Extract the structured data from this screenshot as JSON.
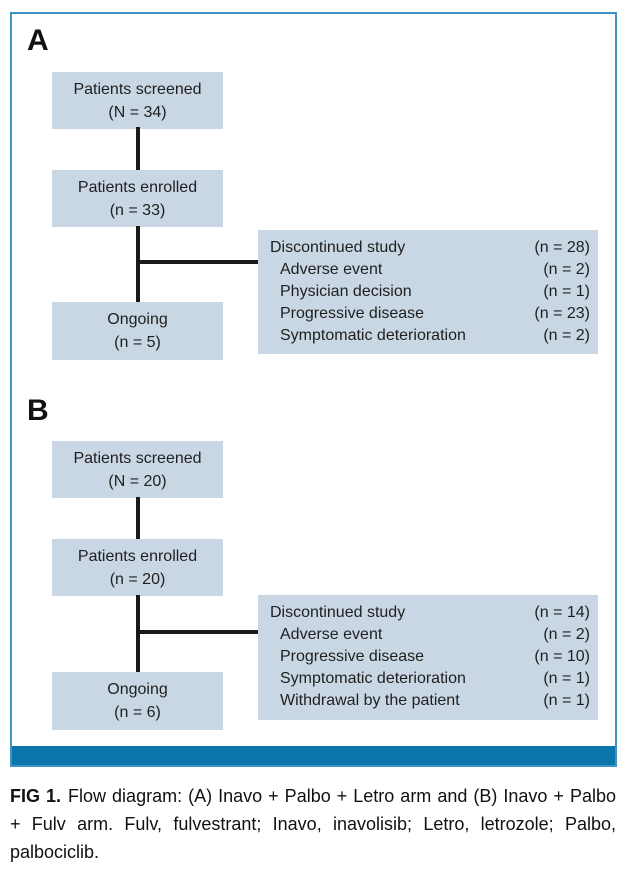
{
  "colors": {
    "frame_border": "#3e92c4",
    "box_fill": "#c9d7e4",
    "bar_color": "#0b76ab",
    "line_color": "#1a1a1a"
  },
  "panels": [
    {
      "label": "A",
      "screened": {
        "line1": "Patients screened",
        "line2": "(N = 34)"
      },
      "enrolled": {
        "line1": "Patients enrolled",
        "line2": "(n = 33)"
      },
      "ongoing": {
        "line1": "Ongoing",
        "line2": "(n = 5)"
      },
      "discontinued": {
        "rows": [
          {
            "label": "Discontinued study",
            "value": "(n = 28)"
          },
          {
            "label": "Adverse event",
            "value": "(n = 2)"
          },
          {
            "label": "Physician decision",
            "value": "(n = 1)"
          },
          {
            "label": "Progressive disease",
            "value": "(n = 23)"
          },
          {
            "label": "Symptomatic deterioration",
            "value": "(n = 2)"
          }
        ]
      }
    },
    {
      "label": "B",
      "screened": {
        "line1": "Patients screened",
        "line2": "(N = 20)"
      },
      "enrolled": {
        "line1": "Patients enrolled",
        "line2": "(n = 20)"
      },
      "ongoing": {
        "line1": "Ongoing",
        "line2": "(n = 6)"
      },
      "discontinued": {
        "rows": [
          {
            "label": "Discontinued study",
            "value": "(n = 14)"
          },
          {
            "label": "Adverse event",
            "value": "(n = 2)"
          },
          {
            "label": "Progressive disease",
            "value": "(n = 10)"
          },
          {
            "label": "Symptomatic deterioration",
            "value": "(n = 1)"
          },
          {
            "label": "Withdrawal by the patient",
            "value": "(n = 1)"
          }
        ]
      }
    }
  ],
  "caption": {
    "tag": "FIG 1.",
    "text": "Flow diagram: (A) Inavo + Palbo + Letro arm and (B) Inavo + Palbo + Fulv arm. Fulv, fulvestrant; Inavo, inavolisib; Letro, letrozole; Palbo, palbociclib."
  }
}
